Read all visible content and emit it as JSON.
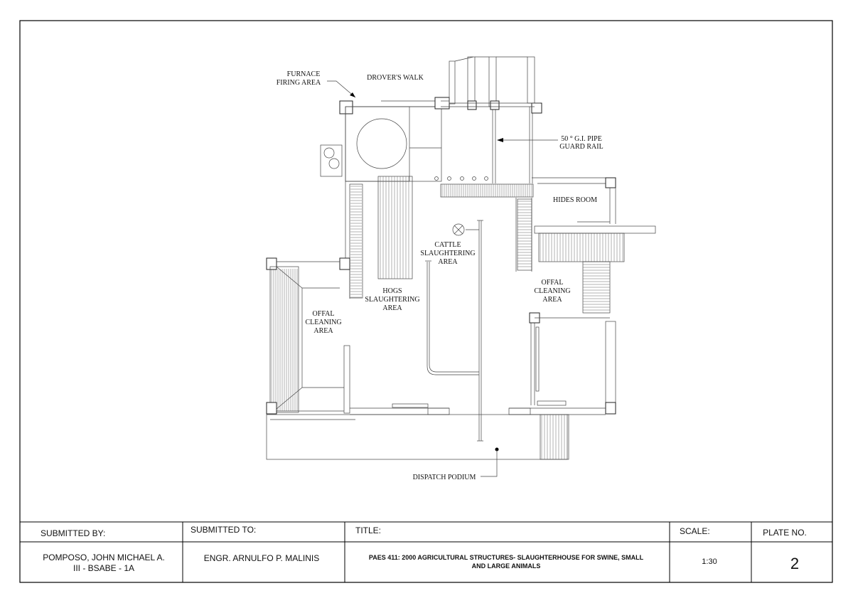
{
  "plan": {
    "labels": {
      "furnace_line1": "FURNACE",
      "furnace_line2": "FIRING AREA",
      "drovers_walk": "DROVER'S WALK",
      "pipe_line1": "50 ° G.I. PIPE",
      "pipe_line2": "GUARD RAIL",
      "hides_room": "HIDES ROOM",
      "cattle_line1": "CATTLE",
      "cattle_line2": "SLAUGHTERING",
      "cattle_line3": "AREA",
      "hogs_line1": "HOGS",
      "hogs_line2": "SLAUGHTERING",
      "hogs_line3": "AREA",
      "offal_left_line1": "OFFAL",
      "offal_left_line2": "CLEANING",
      "offal_left_line3": "AREA",
      "offal_right_line1": "OFFAL",
      "offal_right_line2": "CLEANING",
      "offal_right_line3": "AREA",
      "dispatch": "DISPATCH PODIUM"
    }
  },
  "title_block": {
    "submitted_by_label": "SUBMITTED BY:",
    "submitted_by_name": "POMPOSO, JOHN MICHAEL A.",
    "submitted_by_section": "III - BSABE - 1A",
    "submitted_to_label": "SUBMITTED TO:",
    "submitted_to_name": "ENGR. ARNULFO P. MALINIS",
    "title_label": "TITLE:",
    "title_line1": "PAES 411: 2000 AGRICULTURAL STRUCTURES- SLAUGHTERHOUSE FOR SWINE, SMALL",
    "title_line2": "AND LARGE ANIMALS",
    "scale_label": "SCALE:",
    "scale_value": "1:30",
    "plate_label": "PLATE NO.",
    "plate_value": "2"
  }
}
